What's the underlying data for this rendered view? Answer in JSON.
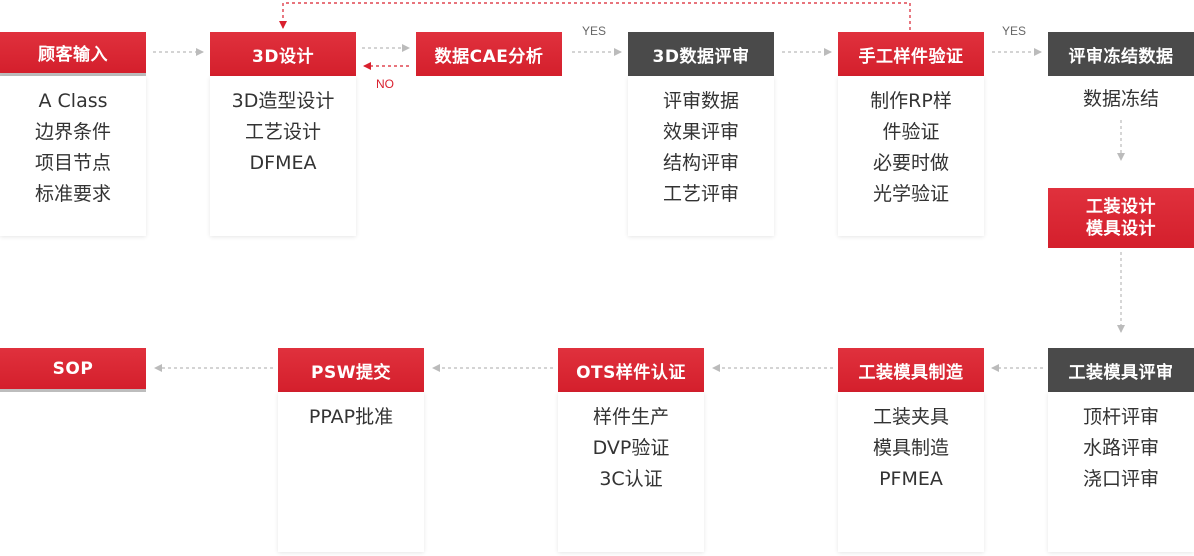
{
  "labels": {
    "yes_1": "YES",
    "no": "NO",
    "yes_2": "YES"
  },
  "steps": [
    {
      "title": "顾客输入",
      "lines": [
        "A Class",
        "边界条件",
        "项目节点",
        "标准要求"
      ]
    },
    {
      "title": "3D设计",
      "lines": [
        "3D造型设计",
        "工艺设计",
        "DFMEA"
      ]
    },
    {
      "title": "数据CAE分析",
      "lines": []
    },
    {
      "title": "3D数据评审",
      "lines": [
        "评审数据",
        "效果评审",
        "结构评审",
        "工艺评审"
      ]
    },
    {
      "title": "手工样件验证",
      "lines": [
        "制作RP样",
        "件验证",
        "必要时做",
        "光学验证"
      ]
    },
    {
      "title": "评审冻结数据",
      "lines": [
        "数据冻结"
      ]
    },
    {
      "title": "工装设计",
      "title2": "模具设计",
      "lines": []
    },
    {
      "title": "工装模具评审",
      "lines": [
        "顶杆评审",
        "水路评审",
        "浇口评审"
      ]
    },
    {
      "title": "工装模具制造",
      "lines": [
        "工装夹具",
        "模具制造",
        "PFMEA"
      ]
    },
    {
      "title": "OTS样件认证",
      "lines": [
        "样件生产",
        "DVP验证",
        "3C认证"
      ]
    },
    {
      "title": "PSW提交",
      "lines": [
        "PPAP批准"
      ]
    },
    {
      "title": "SOP",
      "lines": []
    }
  ],
  "colors": {
    "red": "#d9202e",
    "gray_header": "#4a4a4a",
    "arrow": "#bbbbbb"
  }
}
